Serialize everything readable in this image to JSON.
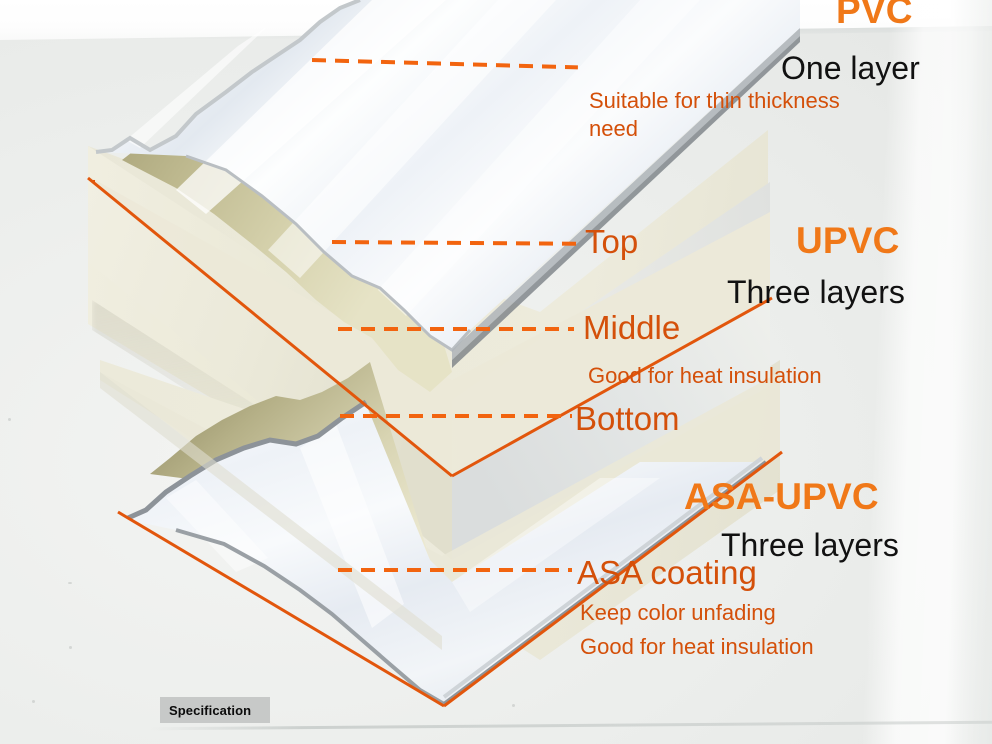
{
  "image": {
    "subject": "Corrugated roofing sheet layer construction diagram",
    "background_color": "#eceeec",
    "accent_orange": "#f07818",
    "line_orange": "#e2560c",
    "text_black": "#111111"
  },
  "sections": {
    "pvc": {
      "title": "PVC",
      "layers": "One layer",
      "notes": [
        "Suitable for thin thickness",
        "need"
      ]
    },
    "upvc": {
      "title": "UPVC",
      "layers": "Three layers",
      "notes": [
        "Good for heat insulation"
      ]
    },
    "asa_upvc": {
      "title": "ASA-UPVC",
      "layers": "Three layers",
      "notes": [
        "Keep color unfading",
        "Good for heat insulation"
      ]
    }
  },
  "callouts": [
    {
      "id": "top",
      "label": "Top"
    },
    {
      "id": "middle",
      "label": "Middle"
    },
    {
      "id": "bottom",
      "label": "Bottom"
    },
    {
      "id": "asa",
      "label": "ASA coating"
    }
  ],
  "footer": {
    "spec_label": "Specification"
  }
}
